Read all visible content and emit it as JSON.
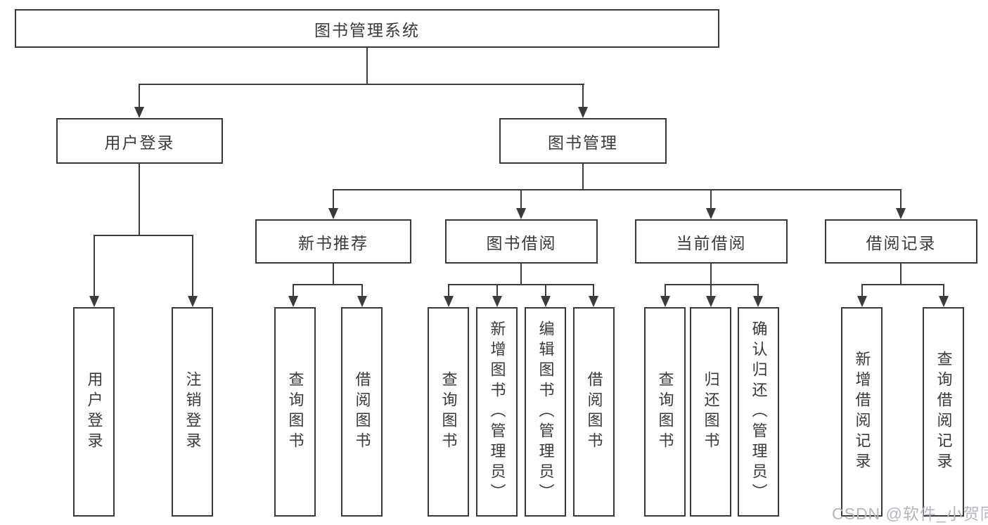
{
  "tree": {
    "root": {
      "label": "图书管理系统"
    },
    "branches": [
      {
        "label": "用户登录",
        "children": [
          {
            "label": "用户登录"
          },
          {
            "label": "注销登录"
          }
        ]
      },
      {
        "label": "图书管理",
        "children": [
          {
            "label": "新书推荐",
            "children": [
              {
                "label": "查询图书"
              },
              {
                "label": "借阅图书"
              }
            ]
          },
          {
            "label": "图书借阅",
            "children": [
              {
                "label": "查询图书"
              },
              {
                "label": "新增图书（管理员）"
              },
              {
                "label": "编辑图书（管理员）"
              },
              {
                "label": "借阅图书"
              }
            ]
          },
          {
            "label": "当前借阅",
            "children": [
              {
                "label": "查询图书"
              },
              {
                "label": "归还图书"
              },
              {
                "label": "确认归还（管理员）"
              }
            ]
          },
          {
            "label": "借阅记录",
            "children": [
              {
                "label": "新增借阅记录"
              },
              {
                "label": "查询借阅记录"
              }
            ]
          }
        ]
      }
    ]
  },
  "watermark": {
    "text": "CSDN @软件_小贺同学"
  },
  "colors": {
    "line": "#3b3b3b",
    "text": "#3a3a3a",
    "watermark": "#b3b7bd",
    "background": "#ffffff"
  }
}
